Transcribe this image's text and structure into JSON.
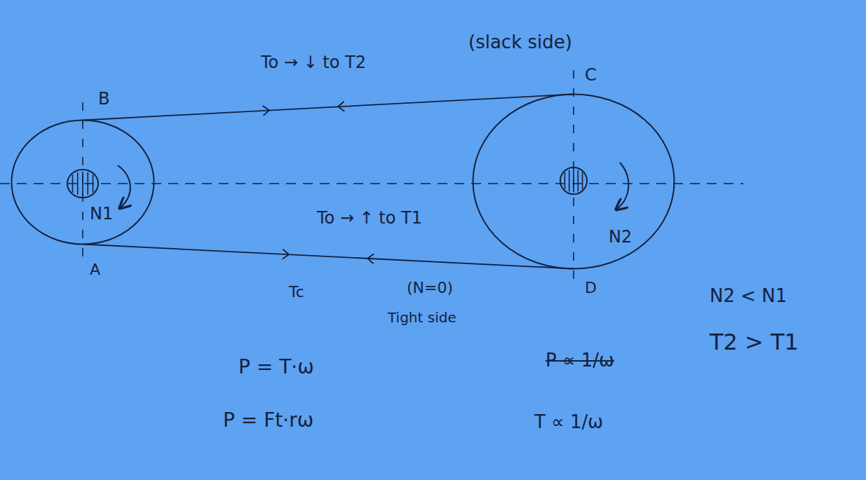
{
  "diagram": {
    "nodes": [
      {
        "text": [
          "N1"
        ]
      },
      {
        "text": [
          "N2"
        ]
      }
    ],
    "edges": [
      {
        "from": 0,
        "to": 1,
        "arrow": "none",
        "label": "To → ↓ to T2"
      },
      {
        "from": 0,
        "to": 1,
        "arrow": "none",
        "label": "To → ↑ to T1"
      }
    ],
    "labels": [
      "(slack side)",
      "B",
      "C",
      "A",
      "D",
      "Tc",
      "(N=0)",
      "Tight side",
      "N2 < N1",
      "T2 > T1",
      "P = T·ω",
      "P = Ft·rω",
      "P ∝ 1/ω",
      "T ∝ 1/ω"
    ]
  }
}
